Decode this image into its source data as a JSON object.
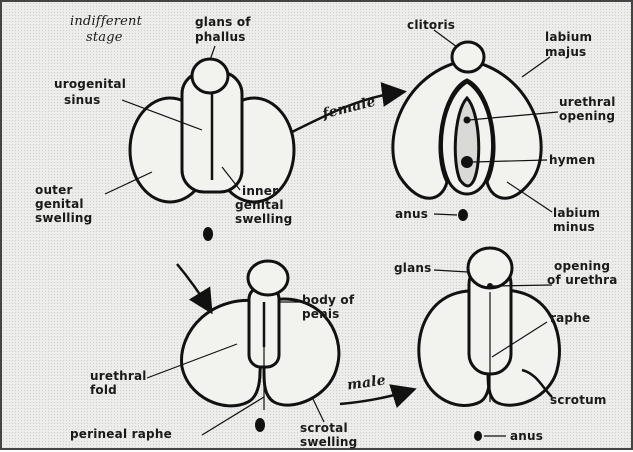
{
  "labels": {
    "indifferent": "indifferent",
    "stage": "stage",
    "glans_of": "glans of",
    "phallus": "phallus",
    "urogenital": "urogenital",
    "sinus": "sinus",
    "outer": "outer",
    "genital": "genital",
    "swelling": "swelling",
    "inner": "inner",
    "inner_genital": "genital",
    "inner_swelling": "swelling",
    "female": "female",
    "clitoris": "clitoris",
    "labium": "labium",
    "majus": "majus",
    "urethral": "urethral",
    "opening": "opening",
    "hymen": "hymen",
    "anus_female": "anus",
    "labium_minus_1": "labium",
    "labium_minus_2": "minus",
    "body_of": "body of",
    "penis": "penis",
    "urethral_fold_1": "urethral",
    "urethral_fold_2": "fold",
    "perineal_raphe": "perineal raphe",
    "scrotal": "scrotal",
    "scrotal_swelling": "swelling",
    "male": "male",
    "glans": "glans",
    "opening_of": "opening",
    "of_urethra": "of urethra",
    "raphe": "raphe",
    "scrotum": "scrotum",
    "anus_male": "anus"
  }
}
